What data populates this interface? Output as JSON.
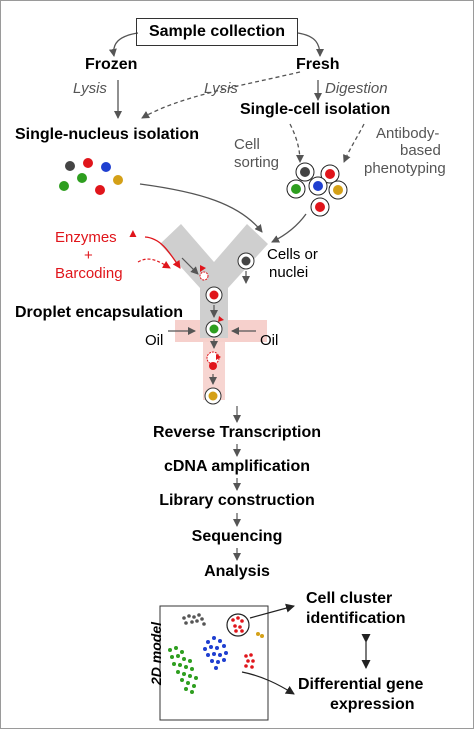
{
  "title": "Sample collection",
  "frozen": "Frozen",
  "fresh": "Fresh",
  "lysis_left": "Lysis",
  "lysis_mid": "Lysis",
  "digestion": "Digestion",
  "single_nucleus": "Single-nucleus isolation",
  "single_cell": "Single-cell isolation",
  "cell_sorting_1": "Cell",
  "cell_sorting_2": "sorting",
  "antibody_1": "Antibody-",
  "antibody_2": "based",
  "antibody_3": "phenotyping",
  "enzymes": "Enzymes",
  "plus": "+",
  "barcoding": "Barcoding",
  "cells_or_1": "Cells or",
  "cells_or_2": "nuclei",
  "droplet": "Droplet encapsulation",
  "oil_left": "Oil",
  "oil_right": "Oil",
  "steps": [
    "Reverse Transcription",
    "cDNA amplification",
    "Library construction",
    "Sequencing",
    "Analysis"
  ],
  "model_2d": "2D model",
  "cluster_1": "Cell cluster",
  "cluster_2": "identification",
  "diff_1": "Differential gene",
  "diff_2": "expression",
  "colors": {
    "red": "#e0151b",
    "green": "#2e9e1f",
    "blue": "#1f3fd0",
    "gold": "#d4a017",
    "dark": "#444444",
    "pink": "#f6d0cc",
    "channel": "#cfcfcf"
  }
}
